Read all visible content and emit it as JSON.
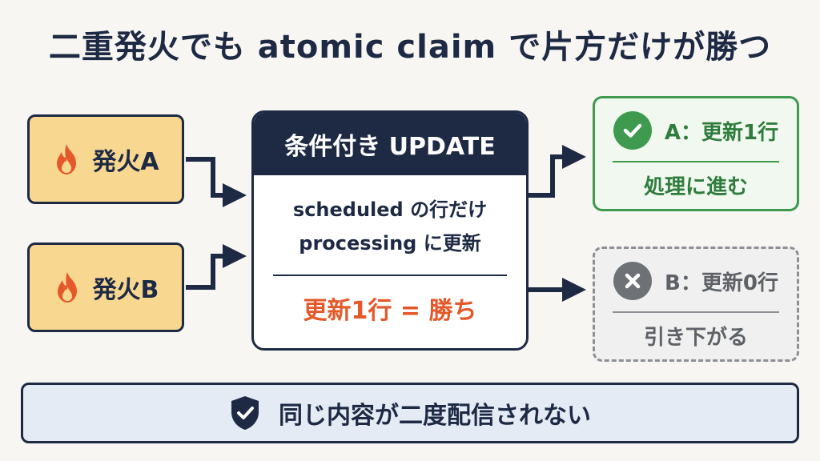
{
  "title": "二重発火でも atomic claim で片方だけが勝つ",
  "triggers": [
    {
      "label": "発火A",
      "icon": "fire-icon"
    },
    {
      "label": "発火B",
      "icon": "fire-icon"
    }
  ],
  "center": {
    "header": "条件付き UPDATE",
    "condition_line1": "scheduled の行だけ",
    "condition_line2": "processing に更新",
    "result": "更新1行 = 勝ち"
  },
  "outcomes": [
    {
      "status": "A：更新1行",
      "action": "処理に進む",
      "icon": "check-icon",
      "color": "#3d9a4e"
    },
    {
      "status": "B：更新0行",
      "action": "引き下がる",
      "icon": "close-icon",
      "color": "#6e7176"
    }
  ],
  "footer": {
    "message": "同じ内容が二度配信されない",
    "icon": "shield-check-icon"
  },
  "colors": {
    "navy": "#1e2a44",
    "trigger_fill": "#f8d791",
    "result_orange": "#e4582a",
    "success_green": "#3d9a4e",
    "neutral_gray": "#8d8f94",
    "footer_fill": "#e5ebf5"
  }
}
